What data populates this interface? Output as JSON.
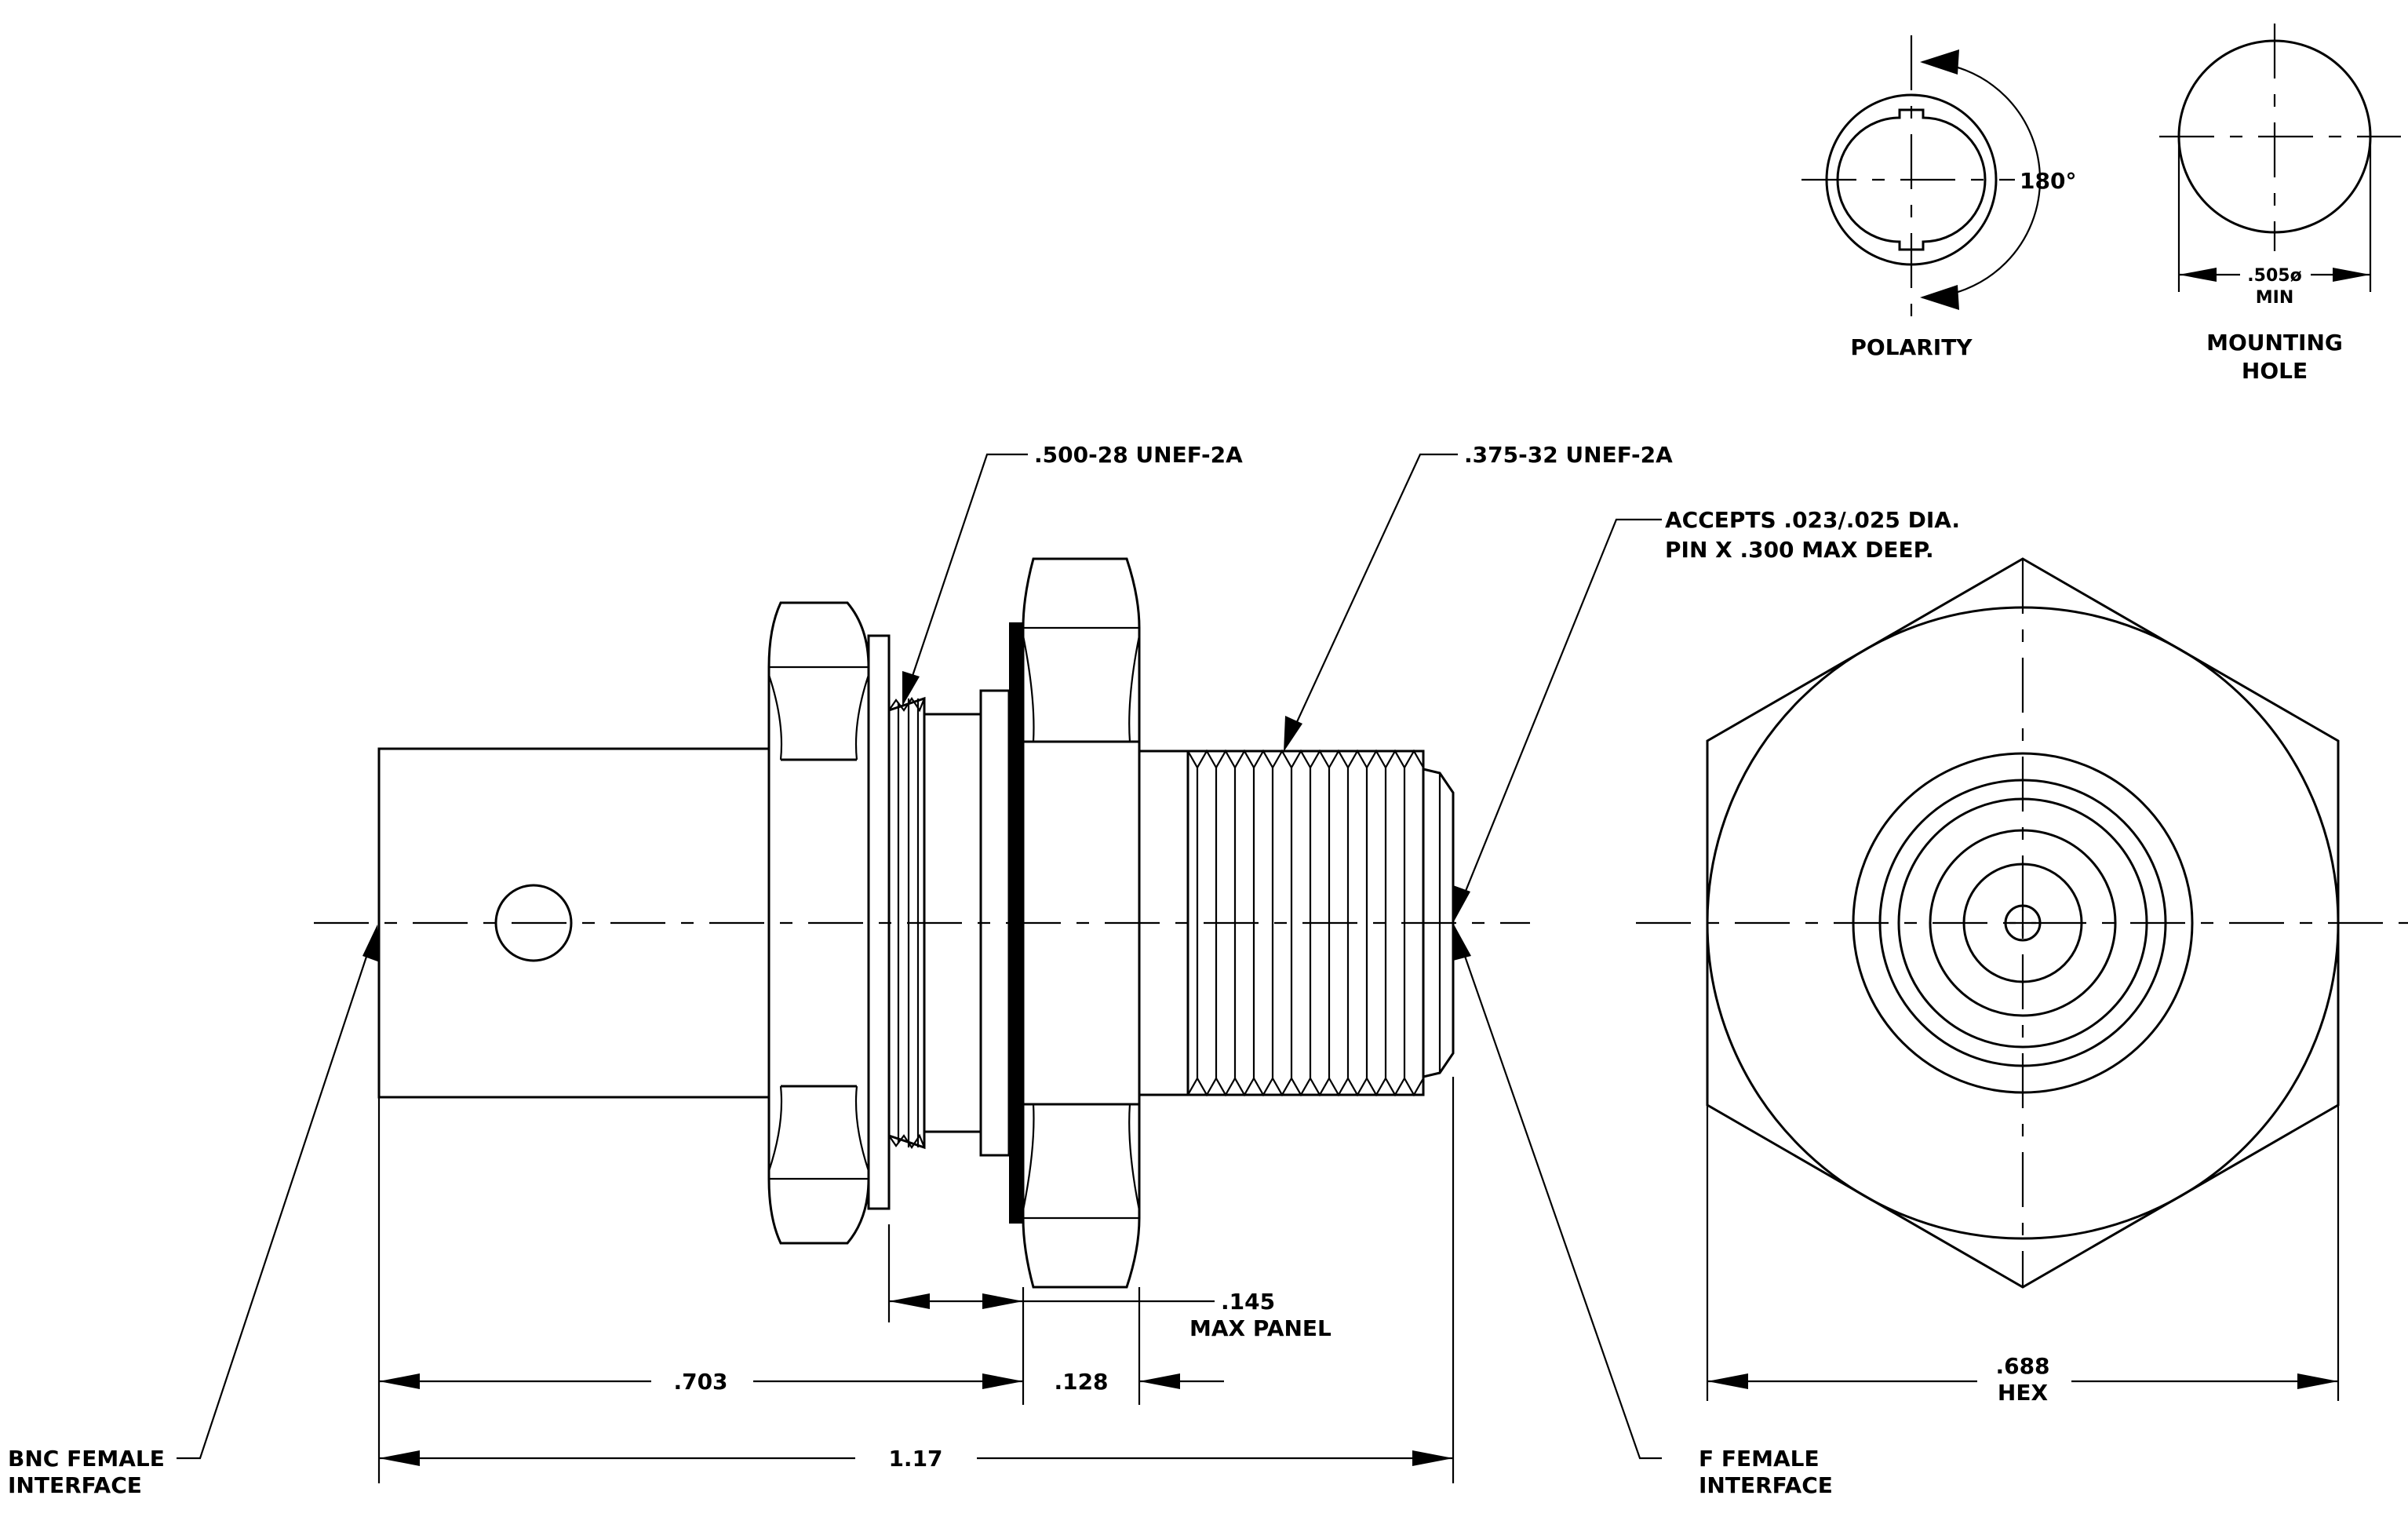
{
  "callouts": {
    "thread_large": ".500-28 UNEF-2A",
    "thread_small": ".375-32 UNEF-2A",
    "accepts_line1": "ACCEPTS .023/.025 DIA.",
    "accepts_line2": "PIN X .300 MAX DEEP.",
    "bnc_line1": "BNC FEMALE",
    "bnc_line2": "INTERFACE",
    "f_line1": "F FEMALE",
    "f_line2": "INTERFACE"
  },
  "dimensions": {
    "d703": ".703",
    "d128": ".128",
    "d145": ".145",
    "max_panel": "MAX PANEL",
    "d117": "1.17",
    "d688": ".688",
    "hex": "HEX",
    "d505": ".505ø",
    "min": "MIN",
    "angle": "180°"
  },
  "details": {
    "polarity": "POLARITY",
    "mounting_line1": "MOUNTING",
    "mounting_line2": "HOLE"
  }
}
